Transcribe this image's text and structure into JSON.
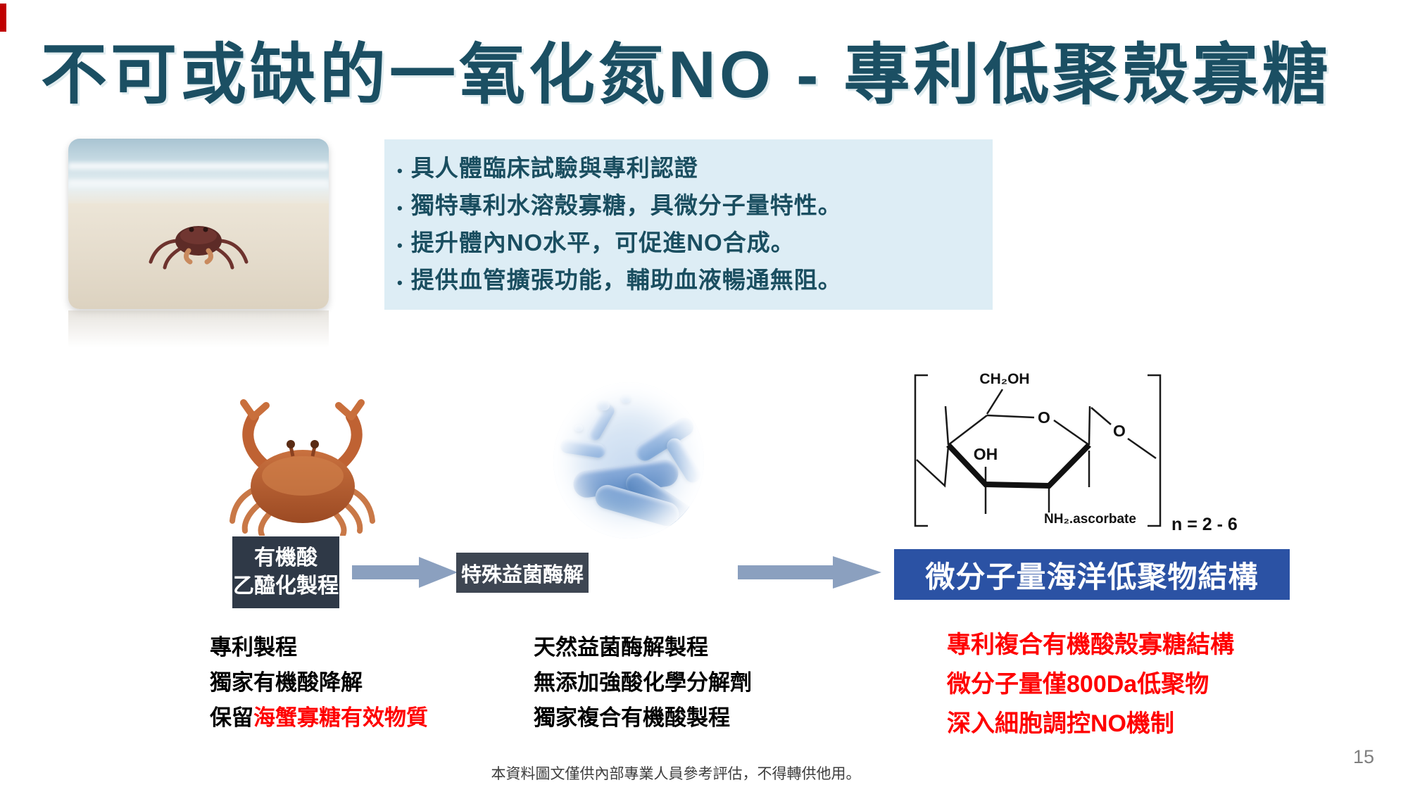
{
  "slide": {
    "title": "不可或缺的一氧化氮NO - 專利低聚殼寡糖",
    "page_number": "15",
    "footer": "本資料圖文僅供內部專業人員參考評估，不得轉供他用。"
  },
  "bullet_box": {
    "bullet_char": "•",
    "items": [
      "具人體臨床試驗與專利認證",
      "獨特專利水溶殼寡糖，具微分子量特性。",
      "提升體內NO水平，可促進NO合成。",
      "提供血管擴張功能，輔助血液暢通無阻。"
    ]
  },
  "process": {
    "step1_line1": "有機酸",
    "step1_line2": "乙醯化製程",
    "step2": "特殊益菌酶解",
    "step3": "微分子量海洋低聚物結構"
  },
  "columns": {
    "col1": {
      "line1": "專利製程",
      "line2": "獨家有機酸降解",
      "line3_prefix": "保留",
      "line3_red": "海蟹寡糖有效物質"
    },
    "col2": {
      "line1": "天然益菌酶解製程",
      "line2": "無添加強酸化學分解劑",
      "line3": "獨家複合有機酸製程"
    },
    "col3": {
      "line1": "專利複合有機酸殼寡糖結構",
      "line2": "微分子量僅800Da低聚物",
      "line3": "深入細胞調控NO機制"
    }
  },
  "chem": {
    "ch2oh": "CH₂OH",
    "o_ring": "O",
    "o_link": "O",
    "oh": "OH",
    "nh2": "NH₂.ascorbate",
    "n_range": "n =  2 - 6"
  },
  "colors": {
    "title_teal": "#1b4f63",
    "bullet_box_bg": "#ddedf5",
    "process_box1": "#2f3947",
    "process_box2": "#3e4652",
    "process_box3": "#2b52a4",
    "arrow": "#8ba0bf",
    "highlight_red": "#ff0000",
    "accent_mark_red": "#c00000"
  }
}
